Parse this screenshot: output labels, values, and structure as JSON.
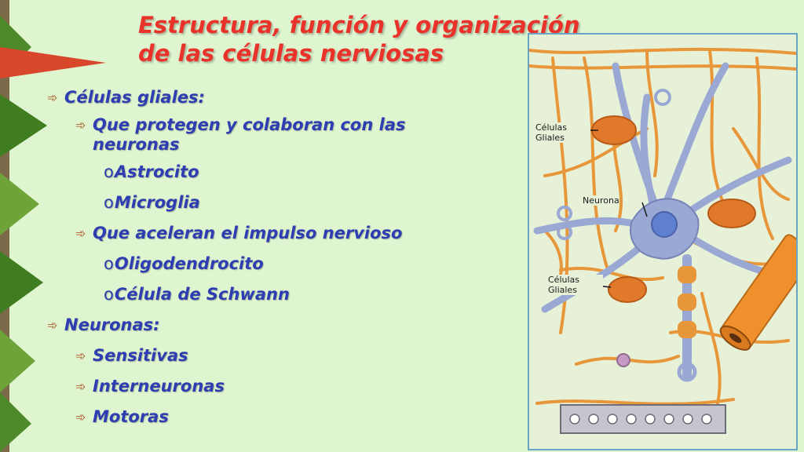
{
  "title": {
    "line1": "Estructura, función y organización",
    "line2": "de las células nerviosas"
  },
  "bullets": [
    {
      "level": 1,
      "marker": "arrow",
      "text": "Células gliales:"
    },
    {
      "level": 2,
      "marker": "arrow",
      "text": "Que protegen y colaboran con las neuronas"
    },
    {
      "level": 3,
      "marker": "o",
      "text": "Astrocito"
    },
    {
      "level": 3,
      "marker": "o",
      "text": "Microglia"
    },
    {
      "level": 2,
      "marker": "arrow",
      "text": "Que aceleran el impulso nervioso"
    },
    {
      "level": 3,
      "marker": "o",
      "text": "Oligodendrocito"
    },
    {
      "level": 3,
      "marker": "o",
      "text": "Célula de Schwann"
    },
    {
      "level": 1,
      "marker": "arrow",
      "text": "Neuronas:"
    },
    {
      "level": 2,
      "marker": "arrow",
      "text": "Sensitivas"
    },
    {
      "level": 2,
      "marker": "arrow",
      "text": "Interneuronas"
    },
    {
      "level": 2,
      "marker": "arrow",
      "text": "Motoras"
    }
  ],
  "diagram": {
    "labels": {
      "glial_top": "Células\nGliales",
      "neuron": "Neurona",
      "glial_bottom": "Células\nGliales"
    }
  },
  "colors": {
    "background": "#dff5d0",
    "title": "#e8322a",
    "bullet_text": "#2e3db1",
    "bullet_arrow": "#a34a14",
    "glial": "#e07a2a",
    "neuron": "#9aa8d4"
  }
}
